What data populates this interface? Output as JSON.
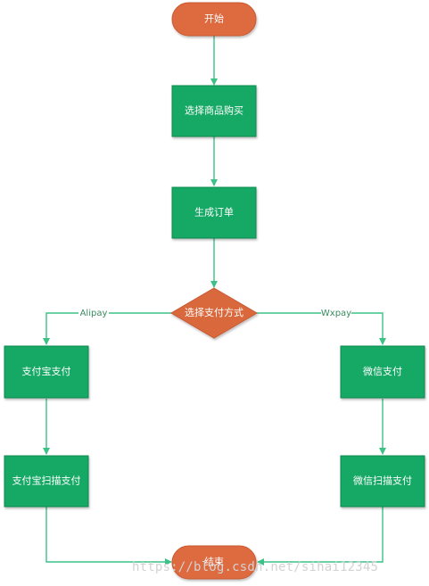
{
  "colors": {
    "terminal_fill": "#de6a3f",
    "terminal_stroke": "#c95a32",
    "process_fill": "#17a865",
    "process_stroke": "#0f8a50",
    "decision_fill": "#d9693e",
    "edge": "#3cc286"
  },
  "nodes": {
    "start": {
      "label": "开始"
    },
    "select_product": {
      "label": "选择商品购买"
    },
    "create_order": {
      "label": "生成订单"
    },
    "choose_payment": {
      "label": "选择支付方式"
    },
    "alipay_pay": {
      "label": "支付宝支付"
    },
    "wechat_pay": {
      "label": "微信支付"
    },
    "alipay_scan": {
      "label": "支付宝扫描支付"
    },
    "wechat_scan": {
      "label": "微信扫描支付"
    },
    "end": {
      "label": "结束"
    }
  },
  "edges": {
    "alipay_label": "Alipay",
    "wxpay_label": "Wxpay"
  },
  "watermark": "https://blog.csdn.net/sihai12345"
}
